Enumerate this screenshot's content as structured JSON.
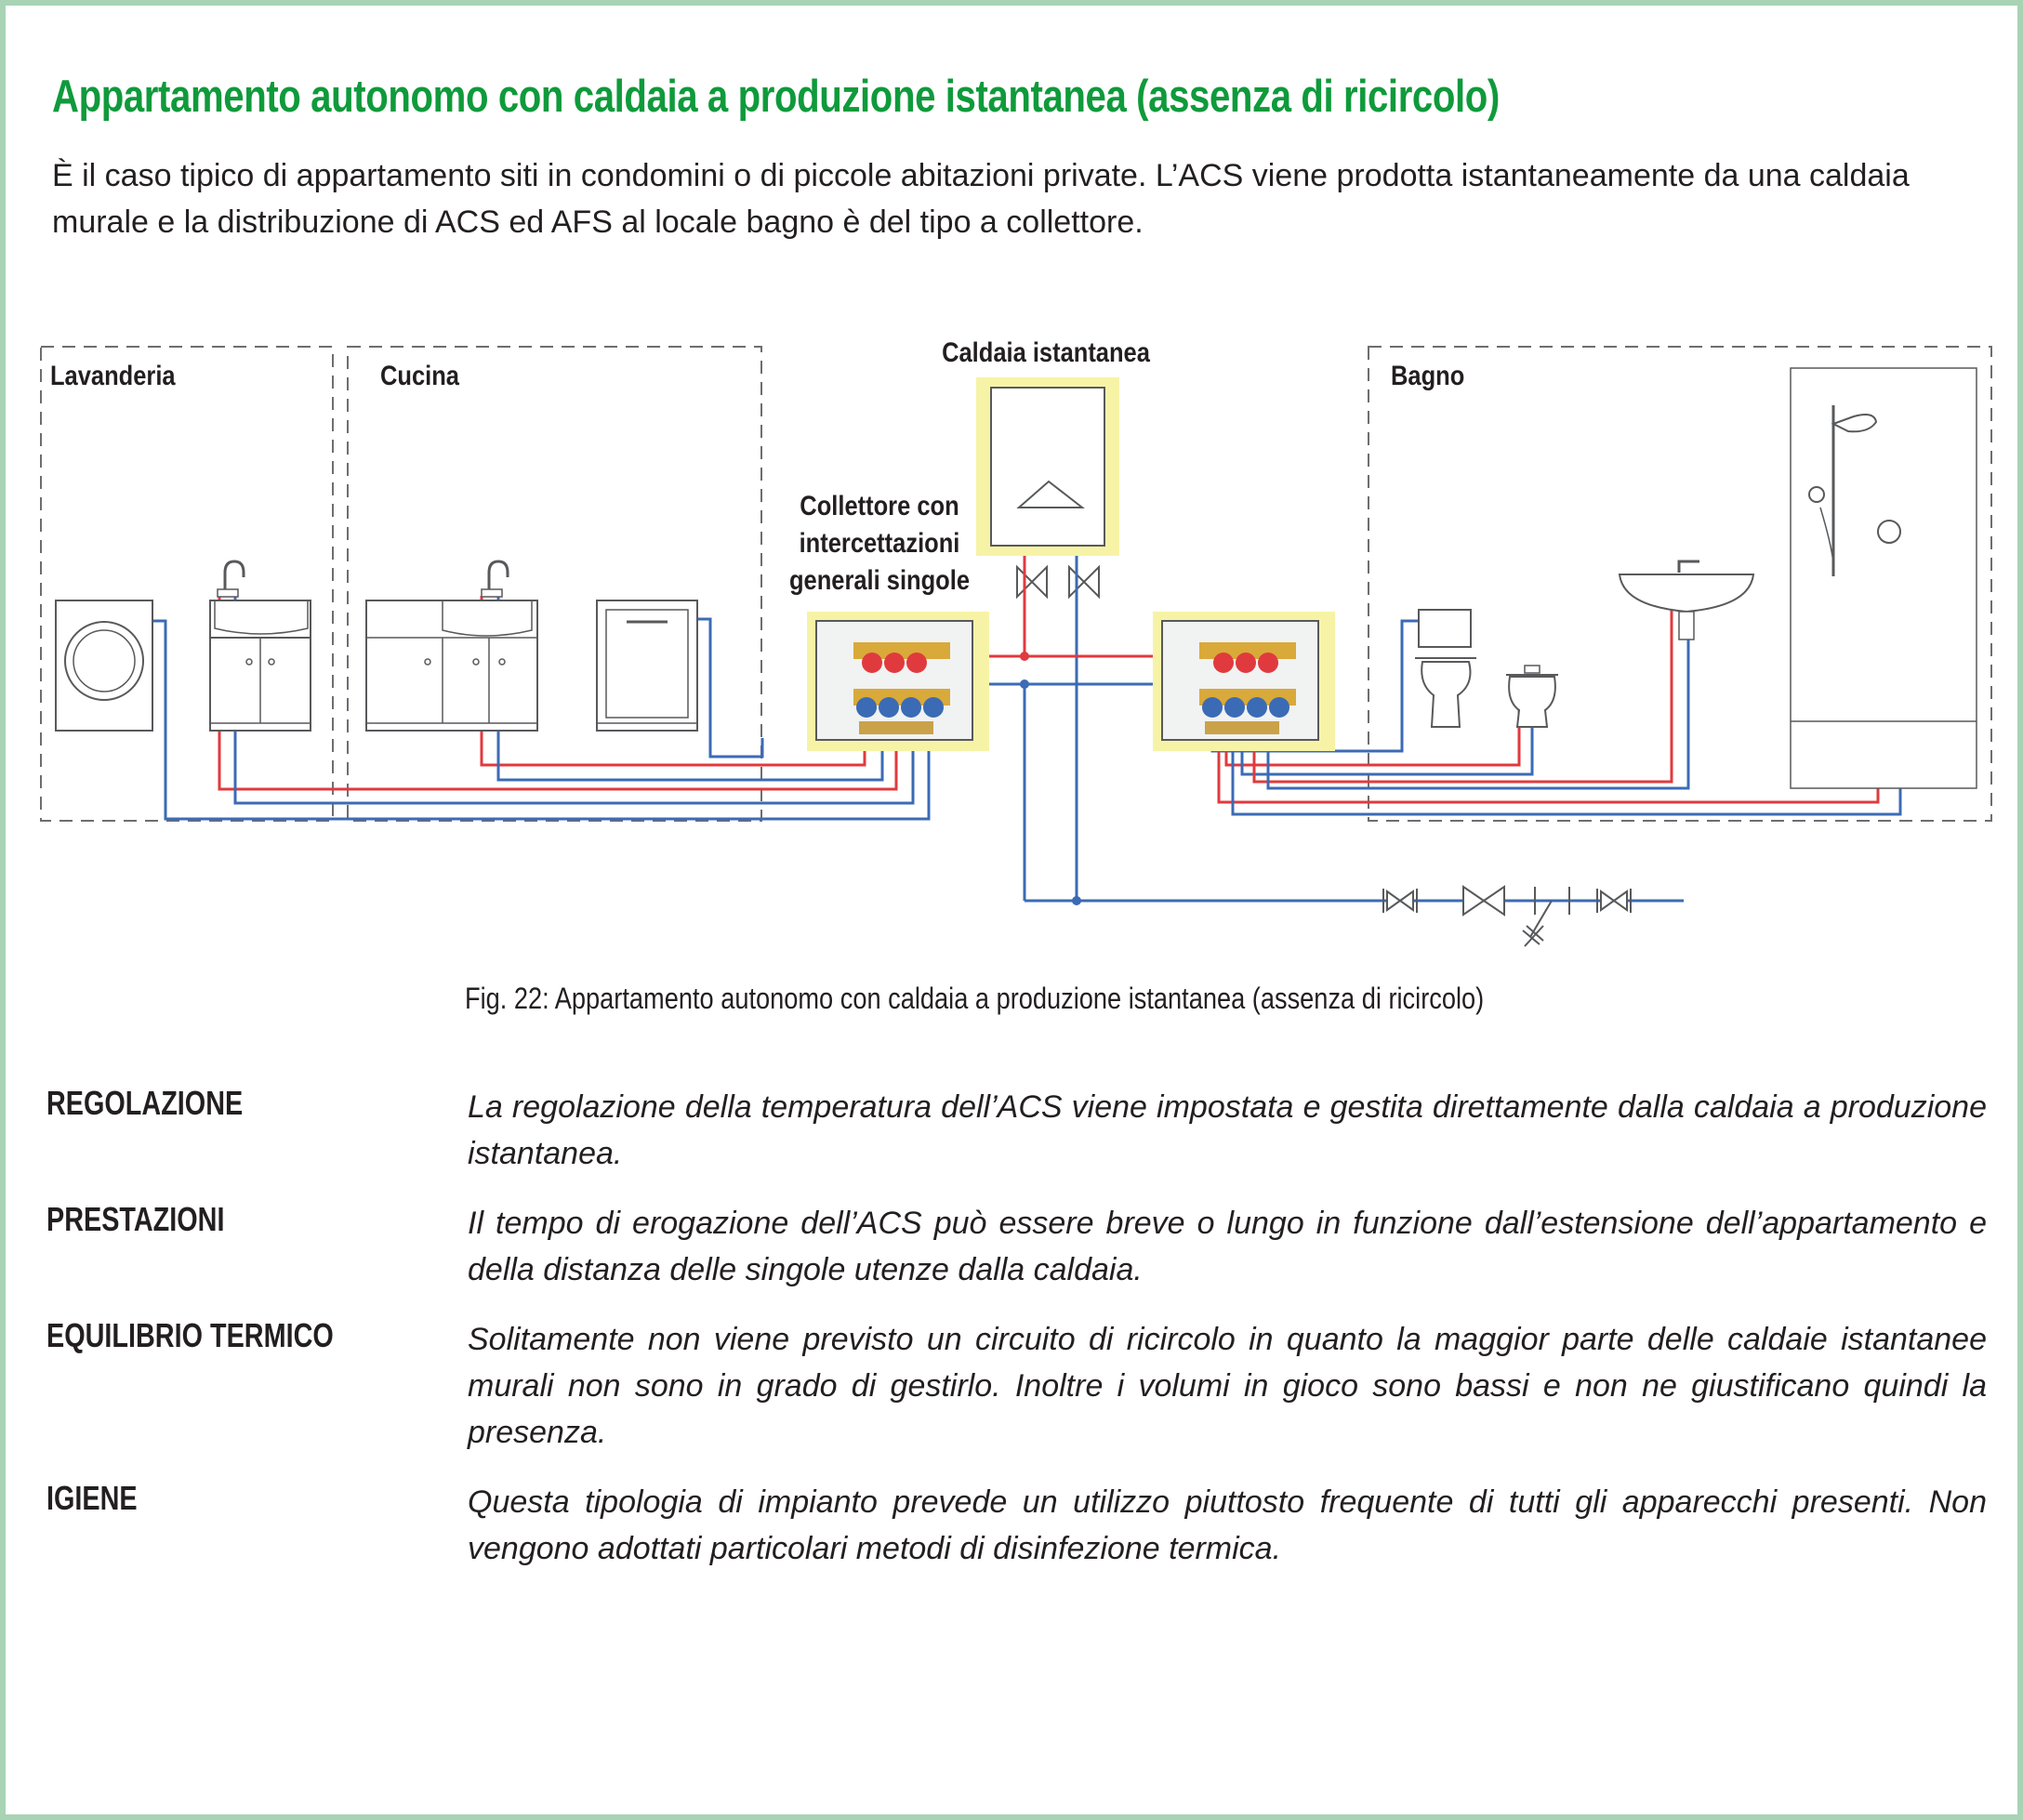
{
  "title": "Appartamento autonomo con caldaia a produzione istantanea (assenza di ricircolo)",
  "intro": "È il caso tipico di appartamento siti in condomini o di piccole abitazioni private. L’ACS viene prodotta istantaneamente da una caldaia murale e la distribuzione di ACS ed AFS al locale bagno è del tipo a collettore.",
  "diagram": {
    "rooms": {
      "laundry": "Lavanderia",
      "kitchen": "Cucina",
      "bathroom": "Bagno"
    },
    "boiler_label": "Caldaia istantanea",
    "manifold_label": [
      "Collettore con",
      "intercettazioni",
      "generali singole"
    ],
    "colors": {
      "hot": "#e03a3e",
      "cold": "#3b6bb5",
      "highlight": "#f7f3a6",
      "dashed_border": "#6d6e71"
    }
  },
  "caption": "Fig. 22: Appartamento autonomo con caldaia a produzione istantanea (assenza di ricircolo)",
  "sections": [
    {
      "label": "REGOLAZIONE",
      "text": "La regolazione della temperatura dell’ACS viene impostata e gestita direttamente dalla caldaia a produzione istantanea."
    },
    {
      "label": "PRESTAZIONI",
      "text": "Il tempo di erogazione dell’ACS può essere breve o lungo in funzione dall’estensione dell’appartamento e della distanza delle singole utenze dalla caldaia."
    },
    {
      "label": "EQUILIBRIO TERMICO",
      "text": "Solitamente non viene previsto un circuito di ricircolo in quanto la maggior parte delle caldaie istantanee murali non sono in grado di gestirlo. Inoltre i volumi in gioco sono bassi e non ne giustificano quindi la presenza."
    },
    {
      "label": "IGIENE",
      "text": "Questa tipologia di impianto prevede un utilizzo piuttosto frequente di tutti gli apparecchi presenti. Non vengono adottati particolari metodi di disinfezione termica."
    }
  ]
}
